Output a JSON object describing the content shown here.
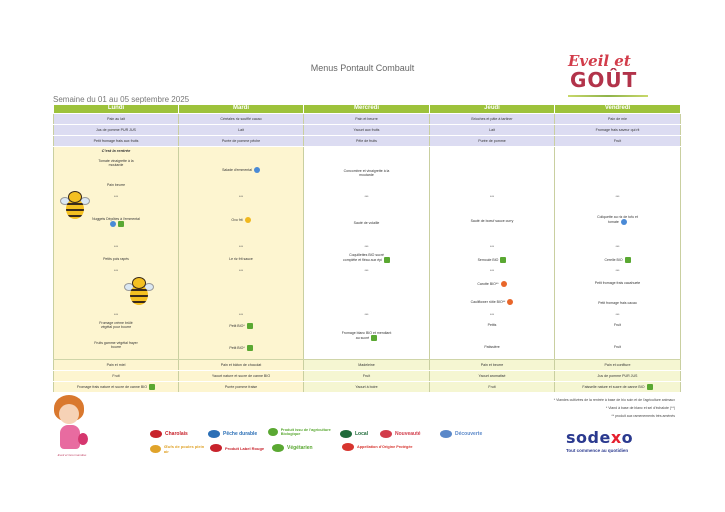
{
  "header": {
    "title": "Menus Pontault Combault",
    "week": "Semaine du 01 au 05 septembre 2025"
  },
  "logo": {
    "line1": "Eveil et",
    "line2": "GOÛT"
  },
  "days": [
    "Lundi",
    "Mardi",
    "Mercredi",
    "Jeudi",
    "Vendredi"
  ],
  "breakfast": [
    [
      "Pain au lait",
      "Céréales riz soufflé cacao",
      "Pain et beurre",
      "Brioches et pâte à tartiner",
      "Pain de mie"
    ],
    [
      "Jus de pomme PUR JUS",
      "Lait",
      "Yaourt aux fruits",
      "Lait",
      "Fromage frais saveur qui rit"
    ],
    [
      "Petit fromage frais aux fruits",
      "Purée de pomme pêche",
      "Pêle de fruits",
      "Purée de pomme",
      "Fruit"
    ]
  ],
  "rentree_label": "C'est la rentrée",
  "lunch": {
    "lundi": {
      "starter": "Tomate vinaigrette à la moutarde",
      "dessert_main": "Pain beurre",
      "sep1": "***",
      "main": "Nuggets Dépôtes à l'emmental",
      "sep2": "***",
      "side": "Petits pois rapés",
      "sep3": "***",
      "sep4": "***",
      "cheese": "Fromage crème brûlé végétal pour bourre",
      "dessert": "Fruits gamme végétal frayer bourre"
    },
    "mardi": {
      "starter": "Salade d'emmental",
      "sep1": "***",
      "main": "Ovo frit",
      "sep2": "***",
      "side": "Le riz frit sauce",
      "sep3": "***",
      "sep4": "***",
      "cheese": "Petit BIO*",
      "dessert": "Petit BIO*"
    },
    "mercredi": {
      "starter": "Concombre et vinaigrette à la moutarde",
      "sep1": "***",
      "main": "Sauté de volaille",
      "sep2": "***",
      "side": "Coquillettes BIO sucré complète et fléau aux épi",
      "sep3": "***",
      "sep4": "***",
      "cheese": "Fromage blanc BIO et mendiant au sucré"
    },
    "jeudi": {
      "sep0": "***",
      "sep1": "***",
      "main": "Sauté de boeuf sauce curry",
      "sep2": "***",
      "side": "Semoule BIO",
      "sep3": "***",
      "extra1": "Carotte BIO**",
      "extra2": "Cauliflower rôtie BIO**",
      "sep4": "***",
      "cheese": "Petits",
      "dessert": "Patissière"
    },
    "vendredi": {
      "sep0": "***",
      "main": "Coliquette au riz de tofu et tomate",
      "sep2": "***",
      "side": "Cerelle BIO",
      "sep3": "***",
      "extra1": "Petit fromage frais cacahuete",
      "extra2": "Petit fromage frais cacao",
      "sep4": "***",
      "cheese": "Fruit",
      "dessert": "Fruit"
    }
  },
  "snack": [
    [
      "Pain et miel",
      "Pain et bâton de chocolat",
      "Madeleine",
      "Pain et beurre",
      "Pain et confiture"
    ],
    [
      "Fruit",
      "Yaourt nature et sucre de canne BIO",
      "Fruit",
      "Yaourt aromatisé",
      "Jus de pomme PUR JUS"
    ],
    [
      "Fromage frais nature et sucre de canne BIO",
      "Purée pomme fraise",
      "Yaourt à boire",
      "Fruit",
      "Faisselle nature et sucre de canne BIO"
    ]
  ],
  "notes": [
    "* Viandes cultivées de la rentrée à base de bio soin et de l'agriculture animaux",
    "* Viand à base de blanc et sel d'échalote (**)",
    "** produit aux ramenements très aménés"
  ],
  "child_caption": "Eveil et Gourmandise",
  "legend": [
    {
      "label": "Charolais",
      "color": "#c8232c"
    },
    {
      "label": "Pêche durable",
      "color": "#2b6fb6"
    },
    {
      "label": "Produit issu de l'agriculture Biologique",
      "color": "#5aa832"
    },
    {
      "label": "Local",
      "color": "#1f6b3a"
    },
    {
      "label": "Nouveauté",
      "color": "#d23c4a"
    },
    {
      "label": "Découverte",
      "color": "#5a88c9"
    },
    {
      "label": "Œufs de poules plein air",
      "color": "#e0a32a"
    },
    {
      "label": "Produit Label Rouge",
      "color": "#c8232c"
    },
    {
      "label": "Végétarien",
      "color": "#5aa832"
    },
    {
      "label": "Appellation d'Origine Protégée",
      "color": "#d7352f"
    }
  ],
  "sodexo": {
    "name_a": "sode",
    "name_x": "x",
    "name_b": "o",
    "tagline": "Tout commence au quotidien"
  }
}
